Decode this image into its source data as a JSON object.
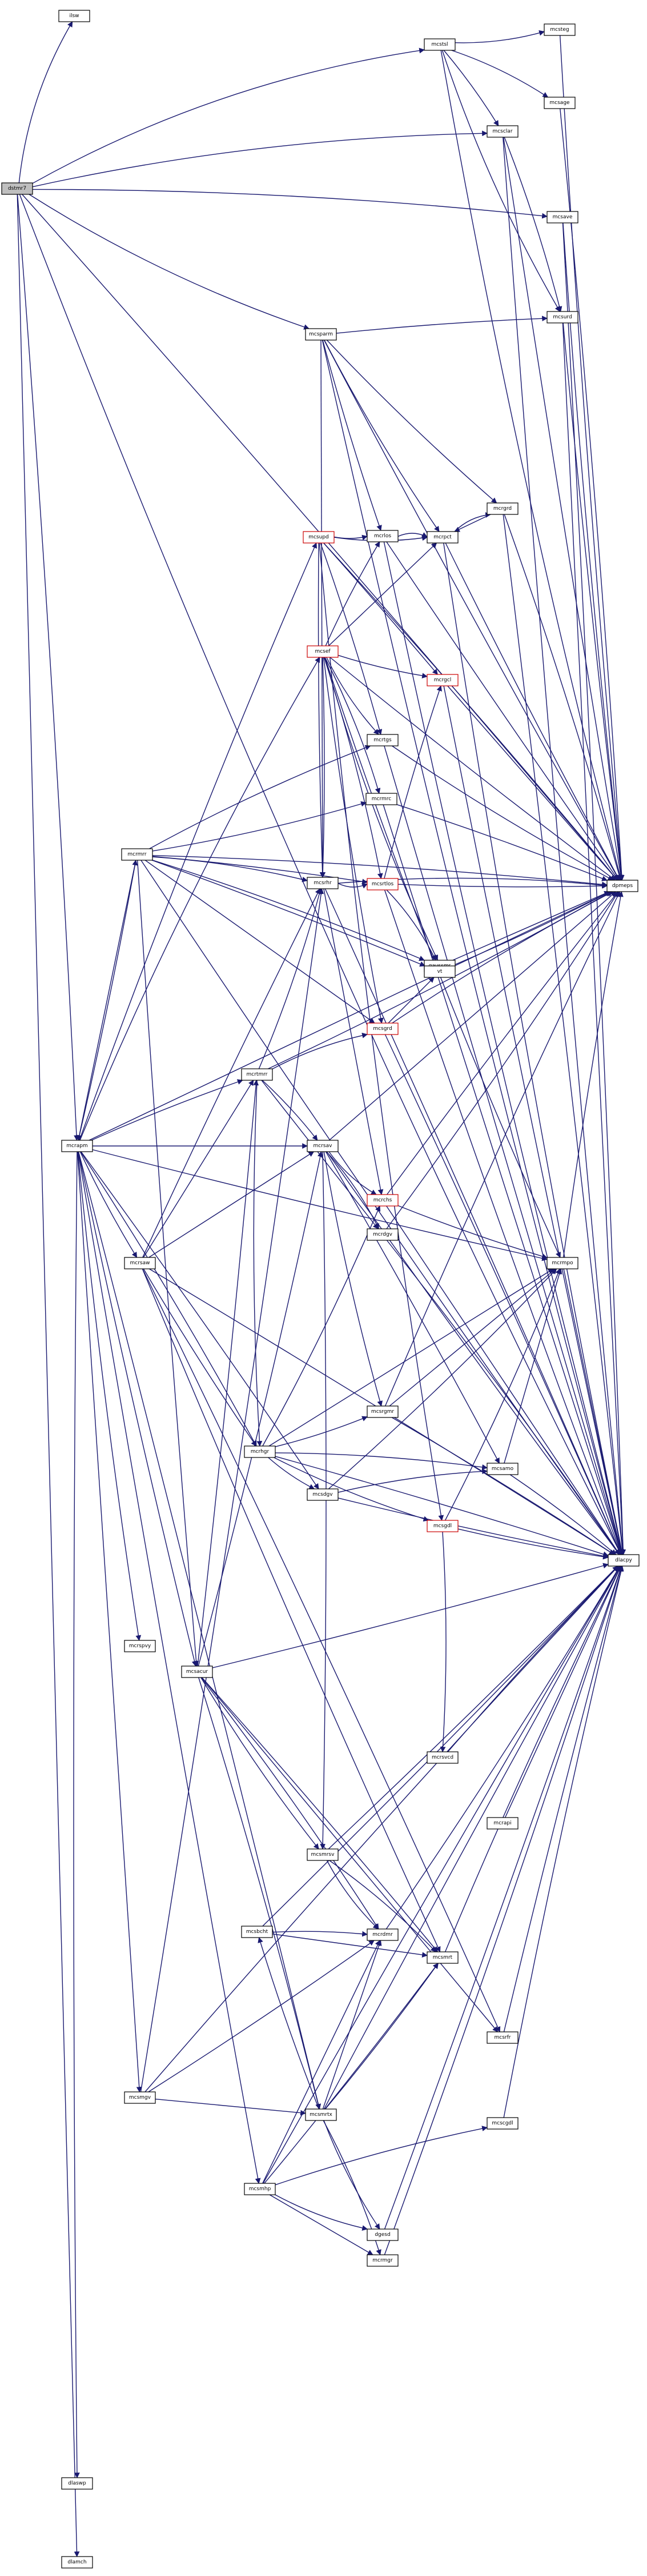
{
  "graph": {
    "colors": {
      "edge": "#191970",
      "root_fill": "#bfbfbf",
      "red_border": "#cc0000",
      "box_border": "#000000"
    },
    "nodes": [
      {
        "id": "dstmr7",
        "label": "dstmr7",
        "style": "root"
      },
      {
        "id": "ilsw",
        "label": "ilsw",
        "style": "normal"
      },
      {
        "id": "dlamch",
        "label": "dlamch",
        "style": "normal"
      },
      {
        "id": "dlacpy",
        "label": "dlacpy",
        "style": "normal"
      },
      {
        "id": "dpmeps",
        "label": "dpmeps",
        "style": "normal"
      },
      {
        "id": "mcstsl",
        "label": "mcstsl",
        "style": "normal"
      },
      {
        "id": "mcsteg",
        "label": "mcsteg",
        "style": "normal"
      },
      {
        "id": "mcsage",
        "label": "mcsage",
        "style": "normal"
      },
      {
        "id": "mcsclar",
        "label": "mcsclar",
        "style": "normal"
      },
      {
        "id": "mcsave",
        "label": "mcsave",
        "style": "normal"
      },
      {
        "id": "mcsparm",
        "label": "mcsparm",
        "style": "normal"
      },
      {
        "id": "mcsurd",
        "label": "mcsurd",
        "style": "normal"
      },
      {
        "id": "mcrgrd",
        "label": "mcrgrd",
        "style": "normal"
      },
      {
        "id": "mcsupd",
        "label": "mcsupd",
        "style": "red"
      },
      {
        "id": "mcrlos",
        "label": "mcrlos",
        "style": "normal"
      },
      {
        "id": "mcrpct",
        "label": "mcrpct",
        "style": "normal"
      },
      {
        "id": "mcsef",
        "label": "mcsef",
        "style": "red"
      },
      {
        "id": "mcrgcl",
        "label": "mcrgcl",
        "style": "red"
      },
      {
        "id": "mcrtgs",
        "label": "mcrtgs",
        "style": "normal"
      },
      {
        "id": "mcrmrc",
        "label": "mcrmrc",
        "style": "normal"
      },
      {
        "id": "mcrmrr",
        "label": "mcrmrr",
        "style": "normal"
      },
      {
        "id": "mcsrhr",
        "label": "mcsrhr",
        "style": "normal"
      },
      {
        "id": "mcsrtlos",
        "label": "mcsrtlos",
        "style": "red"
      },
      {
        "id": "gaussmr",
        "label": "gaussmr",
        "style": "normal"
      },
      {
        "id": "vt",
        "label": "vt",
        "style": "normal"
      },
      {
        "id": "mcrtmrr",
        "label": "mcrtmrr",
        "style": "normal"
      },
      {
        "id": "mcsgrd",
        "label": "mcsgrd",
        "style": "red"
      },
      {
        "id": "mcrapm",
        "label": "mcrapm",
        "style": "normal"
      },
      {
        "id": "mcrsav",
        "label": "mcrsav",
        "style": "normal"
      },
      {
        "id": "mcrsaw",
        "label": "mcrsaw",
        "style": "normal"
      },
      {
        "id": "mcrchs",
        "label": "mcrchs",
        "style": "red"
      },
      {
        "id": "mcrdgv",
        "label": "mcrdgv",
        "style": "normal"
      },
      {
        "id": "mcrmpo",
        "label": "mcrmpo",
        "style": "normal"
      },
      {
        "id": "mcrhgr",
        "label": "mcrhgr",
        "style": "normal"
      },
      {
        "id": "mcsrgmr",
        "label": "mcsrgmr",
        "style": "normal"
      },
      {
        "id": "mcsdgv",
        "label": "mcsdgv",
        "style": "normal"
      },
      {
        "id": "mcsamo",
        "label": "mcsamo",
        "style": "normal"
      },
      {
        "id": "mcsgdl",
        "label": "mcsgdl",
        "style": "red"
      },
      {
        "id": "mcsacur",
        "label": "mcsacur",
        "style": "normal"
      },
      {
        "id": "mcrsvcd",
        "label": "mcrsvcd",
        "style": "normal"
      },
      {
        "id": "mcrapi",
        "label": "mcrapi",
        "style": "normal"
      },
      {
        "id": "mcsmrsv",
        "label": "mcsmrsv",
        "style": "normal"
      },
      {
        "id": "mcsbcht",
        "label": "mcsbcht",
        "style": "normal"
      },
      {
        "id": "mcrdmr",
        "label": "mcrdmr",
        "style": "normal"
      },
      {
        "id": "mcsmrt",
        "label": "mcsmrt",
        "style": "normal"
      },
      {
        "id": "mcsrfr",
        "label": "mcsrfr",
        "style": "normal"
      },
      {
        "id": "mcsmgv",
        "label": "mcsmgv",
        "style": "normal"
      },
      {
        "id": "mcsmrtx",
        "label": "mcsmrtx",
        "style": "normal"
      },
      {
        "id": "dgesd",
        "label": "dgesd",
        "style": "normal"
      },
      {
        "id": "mcsmhp",
        "label": "mcsmhp",
        "style": "normal"
      },
      {
        "id": "mcrmgr",
        "label": "mcrmgr",
        "style": "normal"
      },
      {
        "id": "mcscgdl",
        "label": "mcscgdl",
        "style": "normal"
      },
      {
        "id": "mcrspvy",
        "label": "mcrspvy",
        "style": "normal"
      },
      {
        "id": "dlaswp",
        "label": "dlaswp",
        "style": "normal"
      }
    ]
  }
}
